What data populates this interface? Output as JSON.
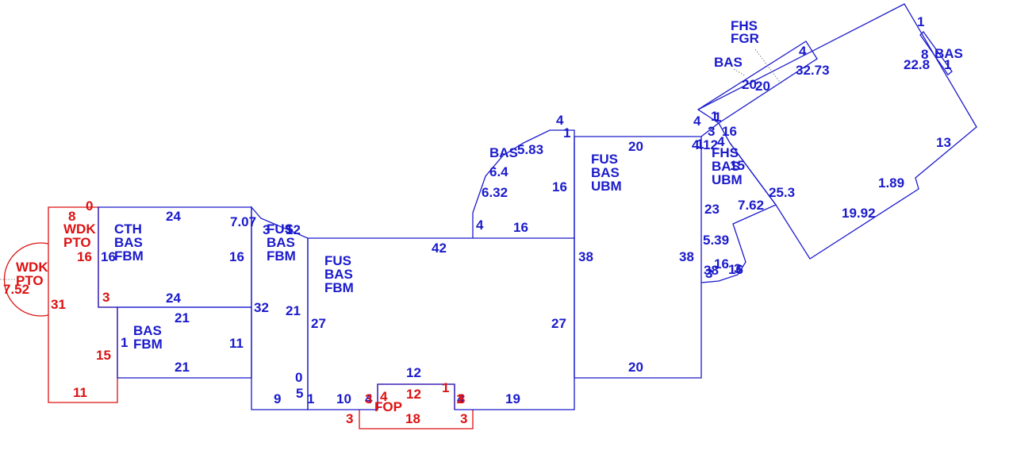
{
  "colors": {
    "blue": "#1a1acc",
    "red": "#dd1111"
  },
  "labels": {
    "cth_main": [
      "CTH",
      "BAS",
      "FBM"
    ],
    "fus_left": [
      "FUS",
      "BAS",
      "FBM"
    ],
    "fus_center": [
      "FUS",
      "BAS",
      "FBM"
    ],
    "fus_right": [
      "FUS",
      "BAS",
      "UBM"
    ],
    "bas_lower": [
      "BAS",
      "FBM"
    ],
    "bas_bump": [
      "BAS"
    ],
    "fhs_top": [
      "FHS",
      "FGR"
    ],
    "bas_diag": [
      "BAS"
    ],
    "fhs_mid": [
      "FHS",
      "BAS",
      "UBM"
    ],
    "bas_right": [
      "BAS"
    ],
    "wdk_pto_1": [
      "WDK",
      "PTO"
    ],
    "wdk_pto_2": [
      "WDK",
      "PTO"
    ],
    "fop": [
      "FOP"
    ]
  },
  "dims_blue": [
    "24",
    "7.07",
    "16",
    "16",
    "24",
    "21",
    "21",
    "11",
    "1",
    "32",
    "21",
    "9",
    "0",
    "5",
    "1",
    "3",
    "12",
    "42",
    "27",
    "10",
    "4",
    "12",
    "4",
    "19",
    "27",
    "38",
    "16",
    "4",
    "16",
    "6.32",
    "6.4",
    "5.83",
    "4",
    "1",
    "20",
    "38",
    "20",
    "23",
    "5.39",
    "38",
    "4",
    "1",
    "4.12",
    "16",
    "3",
    "3",
    "16",
    "3",
    "16",
    "7.62",
    "25.3",
    "1.89",
    "19.92",
    "13",
    "20",
    "20",
    "4",
    "32.73",
    "1",
    "1",
    "22.8",
    "8",
    "1",
    "4",
    "15",
    "1"
  ],
  "dims_red": [
    "0",
    "8",
    "16",
    "3",
    "31",
    "15",
    "11",
    "7.52",
    "3",
    "4",
    "12",
    "1",
    "3",
    "3",
    "18",
    "3",
    "1"
  ]
}
